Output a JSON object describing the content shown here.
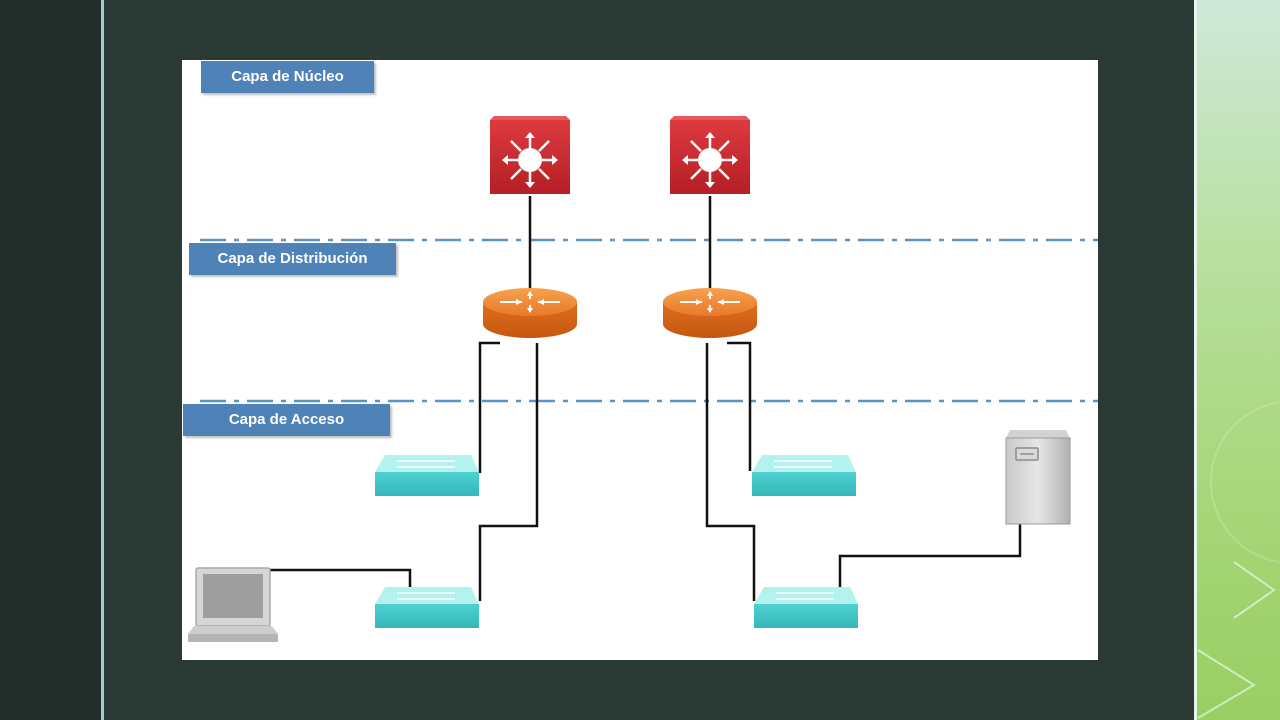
{
  "layers": {
    "core": "Capa de Núcleo",
    "distribution": "Capa de Distribución",
    "access": "Capa de Acceso"
  },
  "devices": {
    "core_switches": [
      "multilayer-switch-icon",
      "multilayer-switch-icon"
    ],
    "distribution_routers": [
      "router-icon",
      "router-icon"
    ],
    "access_switches": [
      "switch-icon",
      "switch-icon",
      "switch-icon",
      "switch-icon"
    ],
    "endpoints": [
      "laptop-icon",
      "server-icon"
    ]
  },
  "colors": {
    "label_bg": "#4f83b8",
    "core_device": "#c9282d",
    "router": "#e87722",
    "access_switch": "#58d6d6",
    "boundary_line": "#5b93c7"
  }
}
